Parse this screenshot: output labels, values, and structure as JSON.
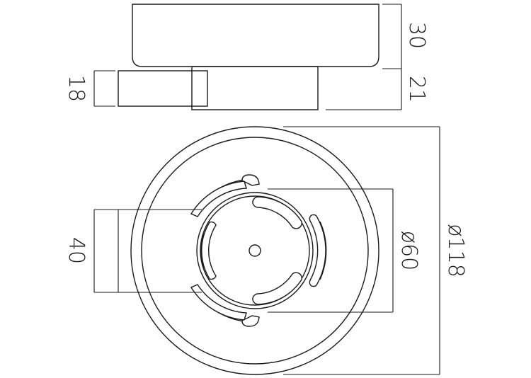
{
  "dimensions": {
    "top_height": "30",
    "middle_height": "21",
    "holder_height": "18",
    "holder_width": "40",
    "inner_diameter": "ø60",
    "outer_diameter": "ø118"
  }
}
